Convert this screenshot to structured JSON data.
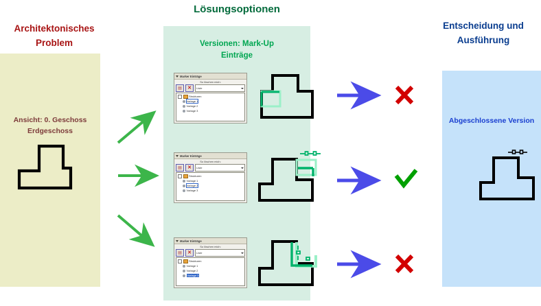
{
  "problem": {
    "heading": "Architektonisches\nProblem",
    "caption": "Ansicht: 0. Geschoss\nErdgeschoss",
    "panel_color": "#ecedc7",
    "heading_color": "#a81414"
  },
  "options": {
    "heading": "Lösungsoptionen",
    "subtitle": "Versionen: Mark-Up\nEinträge",
    "panel_color": "#d7eee3",
    "heading_color": "#046b3c",
    "subtitle_color": "#00a651"
  },
  "decision": {
    "heading": "Entscheidung und\nAusführung",
    "caption": "Abgeschlossene Version",
    "panel_color": "#c5e2fa",
    "heading_color": "#0a3d8f",
    "caption_color": "#1a3fd0"
  },
  "dialog": {
    "title": "Marker Einträge",
    "subtitle": "So löschen mich:",
    "combo_value": "Liste",
    "button_delete": "delete-marker-button",
    "button_clear": "clear-marker-button",
    "tree_root": "Strukturen",
    "tree_items": [
      "Vorlage 1",
      "Vorlage 2",
      "Vorlage 3"
    ],
    "selected": [
      1,
      2,
      3
    ]
  },
  "rows": [
    {
      "id": "option-1",
      "verdict": "reject",
      "verdict_symbol": "✘",
      "verdict_color": "#d20000",
      "dialog_selected_index": 1
    },
    {
      "id": "option-2",
      "verdict": "accept",
      "verdict_symbol": "✔",
      "verdict_color": "#00a000",
      "dialog_selected_index": 2
    },
    {
      "id": "option-3",
      "verdict": "reject",
      "verdict_symbol": "✘",
      "verdict_color": "#d20000",
      "dialog_selected_index": 3
    }
  ],
  "arrows": {
    "green_color": "#3cb54a",
    "blue_color": "#4b4be8"
  },
  "markup_color": "#00b36b",
  "markup_light": "#9bf0c8",
  "outline_color": "#000000"
}
